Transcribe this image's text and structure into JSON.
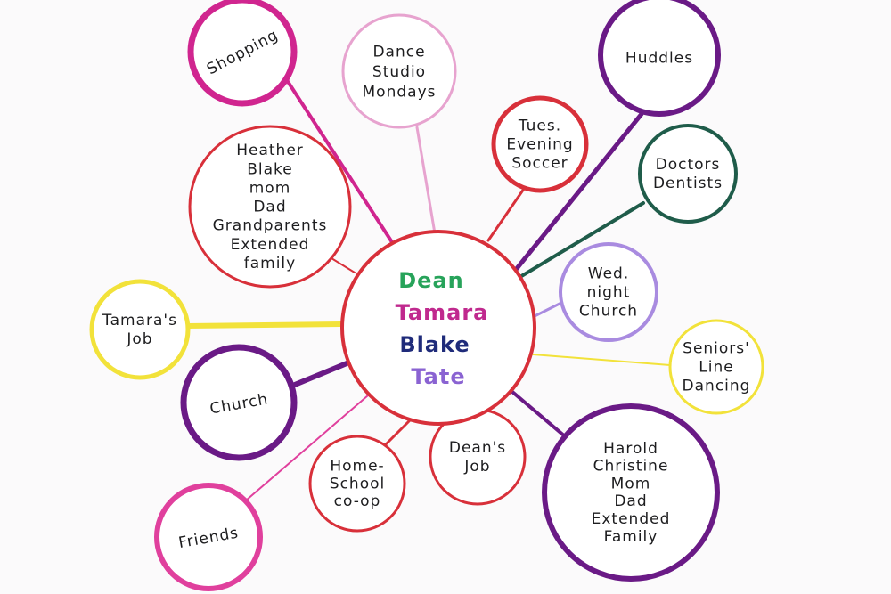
{
  "center": {
    "names": [
      {
        "text": "Dean",
        "color": "#27a35a"
      },
      {
        "text": "Tamara",
        "color": "#c0298e"
      },
      {
        "text": "Blake",
        "color": "#1f2b7a"
      },
      {
        "text": "Tate",
        "color": "#8a63d2"
      }
    ],
    "ring_color": "#d8303a"
  },
  "bubbles": [
    {
      "id": "shopping",
      "lines": [
        "Shopping"
      ],
      "color": "#d0258f"
    },
    {
      "id": "dance-studio-mondays",
      "lines": [
        "Dance",
        "Studio",
        "Mondays"
      ],
      "color": "#e7a3cf"
    },
    {
      "id": "huddles",
      "lines": [
        "Huddles"
      ],
      "color": "#6a1a86"
    },
    {
      "id": "tues-evening-soccer",
      "lines": [
        "Tues.",
        "Evening",
        "Soccer"
      ],
      "color": "#d8303a"
    },
    {
      "id": "doctors-dentists",
      "lines": [
        "Doctors",
        "Dentists"
      ],
      "color": "#1f5c4a"
    },
    {
      "id": "family",
      "lines": [
        "Heather",
        "Blake",
        "mom",
        "Dad",
        "Grandparents",
        "Extended",
        "family"
      ],
      "color": "#d8303a"
    },
    {
      "id": "wed-night-church",
      "lines": [
        "Wed.",
        "night",
        "Church"
      ],
      "color": "#a98be0"
    },
    {
      "id": "tamaras-job",
      "lines": [
        "Tamara's",
        "Job"
      ],
      "color": "#f2e23a"
    },
    {
      "id": "seniors-line-dancing",
      "lines": [
        "Seniors'",
        "Line",
        "Dancing"
      ],
      "color": "#f2e23a"
    },
    {
      "id": "church",
      "lines": [
        "Church"
      ],
      "color": "#6a1a86"
    },
    {
      "id": "home-school-coop",
      "lines": [
        "Home-",
        "School",
        "co-op"
      ],
      "color": "#d8303a"
    },
    {
      "id": "deans-job",
      "lines": [
        "Dean's",
        "Job"
      ],
      "color": "#d8303a"
    },
    {
      "id": "harold-christine",
      "lines": [
        "Harold",
        "Christine",
        "Mom",
        "Dad",
        "Extended",
        "Family"
      ],
      "color": "#6a1a86"
    },
    {
      "id": "friends",
      "lines": [
        "Friends"
      ],
      "color": "#e0409d"
    }
  ]
}
